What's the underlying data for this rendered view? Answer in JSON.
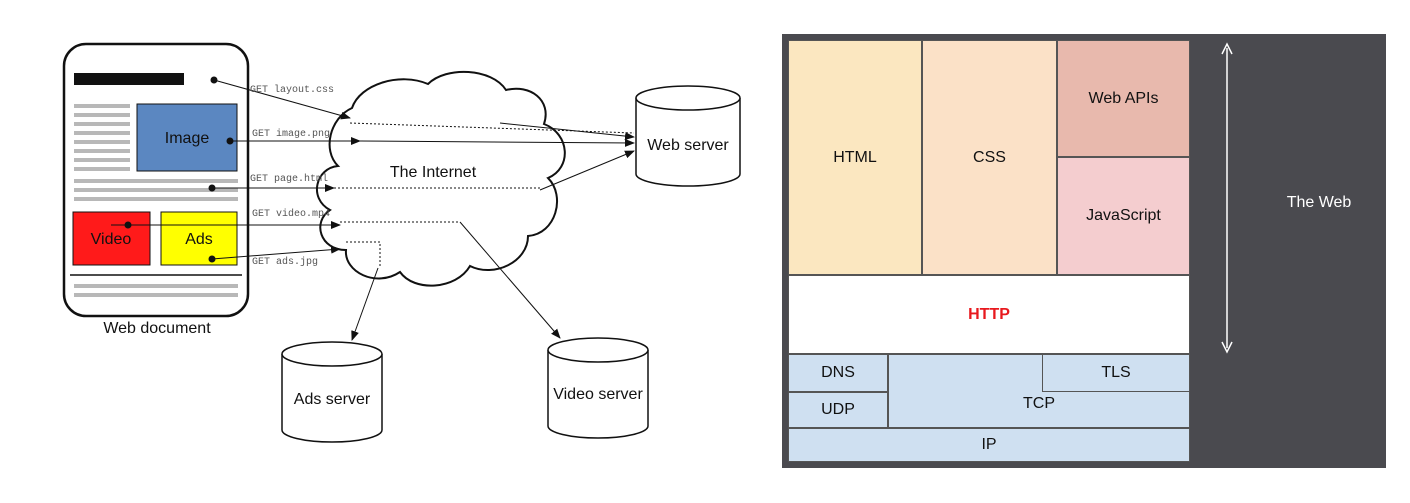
{
  "left": {
    "document_label": "Web document",
    "image_label": "Image",
    "video_label": "Video",
    "ads_label": "Ads",
    "internet_label": "The Internet",
    "requests": [
      "GET layout.css",
      "GET image.png",
      "GET page.html",
      "GET video.mp4",
      "GET ads.jpg"
    ],
    "servers": {
      "web": "Web server",
      "ads": "Ads server",
      "video": "Video server"
    },
    "colors": {
      "image": "#5b87c1",
      "video": "#ff1a1a",
      "ads": "#ffff00"
    }
  },
  "right": {
    "layers": {
      "html": "HTML",
      "css": "CSS",
      "web_apis": "Web APIs",
      "javascript": "JavaScript",
      "http": "HTTP",
      "dns": "DNS",
      "udp": "UDP",
      "tls": "TLS",
      "tcp": "TCP",
      "ip": "IP"
    },
    "web_label": "The Web",
    "colors": {
      "html": "#fbe7c0",
      "css": "#fbe1c7",
      "web_apis": "#e8b9ad",
      "javascript": "#f4cdcf",
      "http_text": "#e8191e",
      "network": "#cfe0f1",
      "background": "#4a4a4f"
    }
  }
}
